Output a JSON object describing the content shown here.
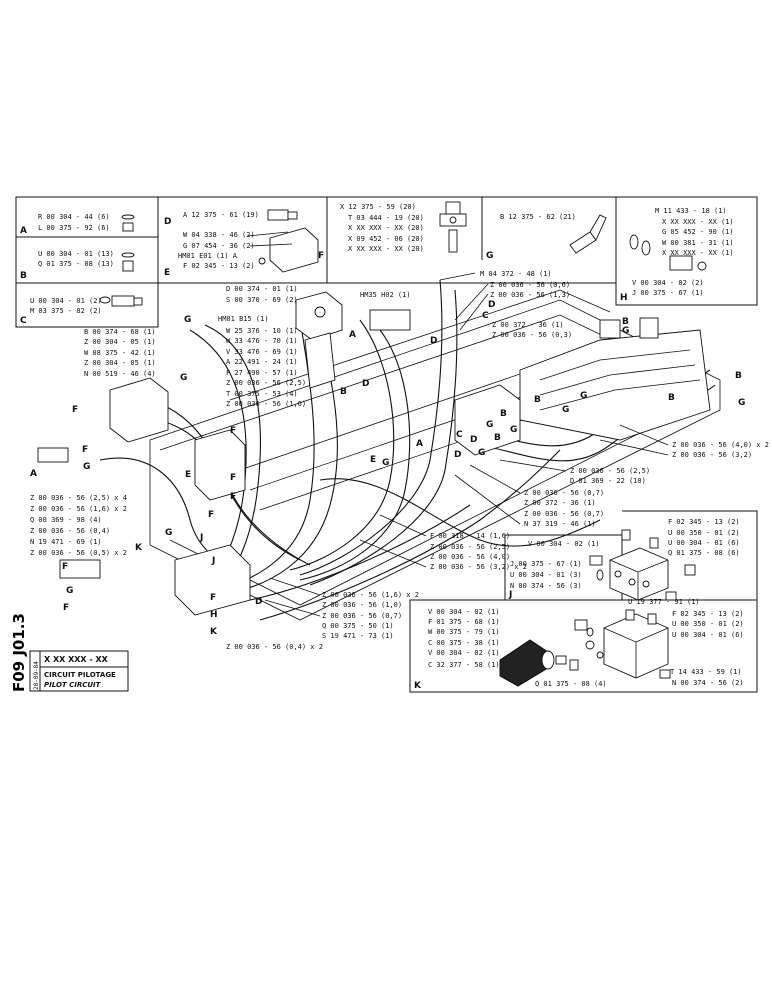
{
  "sheet_code": "F09 J01.3",
  "title_block": {
    "ref": "X XX XXX - XX",
    "date": "28-09-84",
    "title_fr": "CIRCUIT PILOTAGE",
    "title_en": "PILOT CIRCUIT"
  },
  "detail_boxes": {
    "A": {
      "letter": "A",
      "items": [
        "R 00 304 - 44 (6)",
        "L 00 375 - 92 (6)"
      ]
    },
    "B": {
      "letter": "B",
      "items": [
        "U 00 304 - 01 (13)",
        "Q 01 375 - 08 (13)"
      ]
    },
    "C": {
      "letter": "C",
      "items": [
        "U 00 304 - 01 (2)",
        "M 03 375 - 82 (2)"
      ]
    },
    "D": {
      "letter": "D",
      "items": [
        "A 12 375 - 61 (19)"
      ]
    },
    "E": {
      "letter": "E",
      "items": [
        "W 04 338 - 46 (2)",
        "G 07 454 - 36 (2)",
        "HM01 E01 (1) A",
        "F 02 345 - 13 (2)"
      ]
    },
    "F": {
      "letter": "F"
    },
    "G": {
      "letter": "G",
      "items": [
        "X 12 375 - 59 (20)",
        "T 03 444 - 19 (20)",
        "X XX XXX - XX (20)",
        "X 09 452 - 06 (20)",
        "X XX XXX - XX (20)",
        "B 12 375 - 62 (21)"
      ]
    },
    "H": {
      "letter": "H",
      "items": [
        "M 11 433 - 18 (1)",
        "X XX XXX - XX (1)",
        "G 05 452 - 90 (1)",
        "W 00 381 - 31 (1)",
        "X XX XXX - XX (1)",
        "V 00 304 - 02 (2)",
        "J 00 375 - 67 (1)"
      ]
    },
    "J": {
      "letter": "J",
      "items": [
        "F 02 345 - 13 (2)",
        "U 00 350 - 01 (2)",
        "U 00 304 - 01 (6)",
        "Q 01 375 - 08 (6)",
        "V 00 304 - 02 (1)",
        "J 00 375 - 67 (1)",
        "U 00 304 - 01 (3)",
        "N 00 374 - 56 (3)",
        "U 19 377 - 91 (1)"
      ]
    },
    "K": {
      "letter": "K",
      "items": [
        "V 00 304 - 02 (1)",
        "F 01 375 - 68 (1)",
        "W 00 375 - 79 (1)",
        "C 00 375 - 38 (1)",
        "V 00 304 - 02 (1)",
        "C 32 377 - 58 (1)",
        "F 02 345 - 13 (2)",
        "U 00 350 - 01 (2)",
        "U 00 304 - 01 (6)",
        "T 14 433 - 59 (1)",
        "N 00 374 - 56 (2)",
        "Q 01 375 - 08 (4)"
      ]
    }
  },
  "callouts_left": [
    "D 00 374 - 01 (1)",
    "S 00 370 - 69 (2)",
    "HM01 B15 (1)",
    "W 25 376 - 10 (1)",
    "W 33 476 - 70 (1)",
    "V 33 476 - 69 (1)",
    "A 22 491 - 24 (1)",
    "F 27 490 - 57 (1)",
    "Z 00 036 - 56 (2,5)",
    "T 00 375 - 53 (4)",
    "Z 00 036 - 56 (1,6)",
    "B 00 374 - 68 (1)",
    "Z 00 304 - 05 (1)",
    "W 08 375 - 42 (1)",
    "Z 00 304 - 05 (1)",
    "N 00 519 - 46 (4)"
  ],
  "callouts_top": [
    "HM35 H02 (1)",
    "M 04 372 - 48 (1)",
    "Z 00 036 - 56 (0,6)",
    "Z 00 036 - 56 (1,3)",
    "Z 00 372 - 36 (1)",
    "Z 00 036 - 56 (0,3)"
  ],
  "callouts_bottom_left": [
    "Z 00 036 - 56 (2,5) x 4",
    "Z 00 036 - 56 (1,6) x 2",
    "Q 00 369 - 98 (4)",
    "Z 00 036 - 56 (0,4)",
    "N 19 471 - 69 (1)",
    "Z 00 036 - 56 (0,5) x 2"
  ],
  "callouts_bottom_center": [
    "Z 00 036 - 56 (1,6) x 2",
    "Z 00 036 - 56 (1,0)",
    "Z 00 036 - 56 (0,7)",
    "Q 00 375 - 50 (1)",
    "S 19 471 - 73 (1)",
    "Z 00 036 - 56 (0,4) x 2"
  ],
  "callouts_right": [
    "Z 00 036 - 56 (4,0) x 2",
    "Z 00 036 - 56 (3,2)",
    "Z 00 036 - 56 (2,5)",
    "D 01 369 - 22 (10)",
    "Z 00 036 - 56 (0,7)",
    "Z 00 372 - 36 (1)",
    "Z 00 036 - 56 (0,7)",
    "N 37 319 - 46 (1)",
    "F 00 318 - 14 (1,6)",
    "Z 00 036 - 56 (2,5)",
    "Z 00 036 - 56 (4,0)",
    "Z 00 036 - 56 (3,2) x 2"
  ]
}
